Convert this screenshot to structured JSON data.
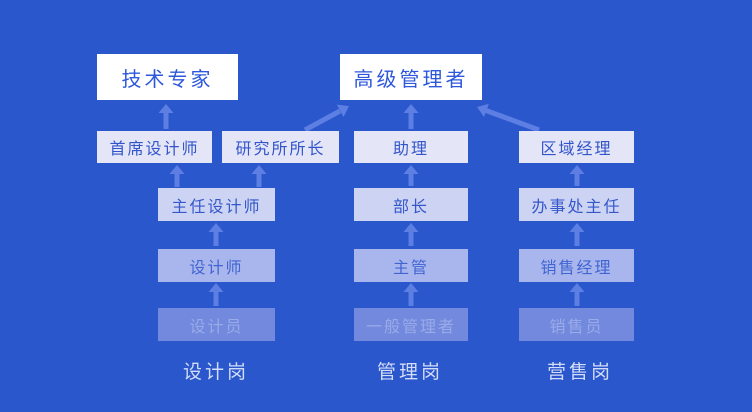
{
  "title": "career-path-diagram",
  "colors": {
    "background": "#2b57cc",
    "top_box_bg": "#ffffff",
    "top_box_text": "#2d58dc",
    "tier1_bg": "#e4e6f8",
    "tier1_text": "#3355cb",
    "tier2_bg": "#cdd4f3",
    "tier2_text": "#3457ca",
    "tier3_bg": "#a9b6ee",
    "tier3_text": "#4064d0",
    "tier4_bg": "#7289dd",
    "tier4_text": "#9aabe9",
    "arrow": "#5d7ee2",
    "caption_text": "#d3dcf8"
  },
  "nodes": {
    "tech_expert": "技术专家",
    "senior_manager": "高级管理者",
    "chief_designer": "首席设计师",
    "institute_director": "研究所所长",
    "assistant": "助理",
    "regional_manager": "区域经理",
    "lead_designer": "主任设计师",
    "department_head": "部长",
    "office_director": "办事处主任",
    "designer": "设计师",
    "supervisor": "主管",
    "sales_manager": "销售经理",
    "junior_designer": "设计员",
    "general_manager": "一般管理者",
    "salesperson": "销售员"
  },
  "tracks": {
    "design": "设计岗",
    "management": "管理岗",
    "sales": "营售岗"
  },
  "edges": [
    {
      "from": "chief_designer",
      "to": "tech_expert"
    },
    {
      "from": "lead_designer",
      "to": "chief_designer"
    },
    {
      "from": "lead_designer",
      "to": "institute_director"
    },
    {
      "from": "designer",
      "to": "lead_designer"
    },
    {
      "from": "junior_designer",
      "to": "designer"
    },
    {
      "from": "institute_director",
      "to": "senior_manager"
    },
    {
      "from": "assistant",
      "to": "senior_manager"
    },
    {
      "from": "regional_manager",
      "to": "senior_manager"
    },
    {
      "from": "department_head",
      "to": "assistant"
    },
    {
      "from": "supervisor",
      "to": "department_head"
    },
    {
      "from": "general_manager",
      "to": "supervisor"
    },
    {
      "from": "office_director",
      "to": "regional_manager"
    },
    {
      "from": "sales_manager",
      "to": "office_director"
    },
    {
      "from": "salesperson",
      "to": "sales_manager"
    }
  ]
}
